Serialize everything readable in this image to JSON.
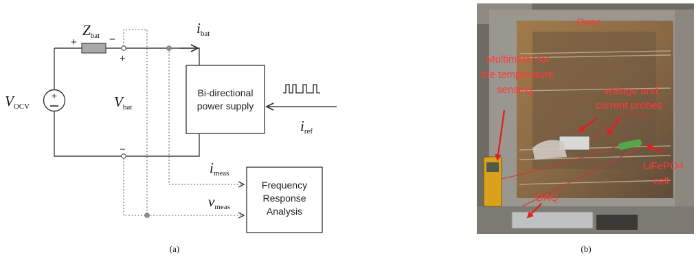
{
  "panel_a": {
    "caption": "(a)",
    "z_bat": {
      "main": "Z",
      "sub": "bat"
    },
    "i_bat": {
      "main": "i",
      "sub": "bat"
    },
    "v_ocv": {
      "main": "V",
      "sub": "OCV"
    },
    "v_bat": {
      "main": "V",
      "sub": "bat"
    },
    "i_ref": {
      "main": "i",
      "sub": "ref"
    },
    "i_meas": {
      "main": "i",
      "sub": "meas"
    },
    "v_meas": {
      "main": "v",
      "sub": "meas"
    },
    "supply": {
      "line1": "Bi-directional",
      "line2": "power supply"
    },
    "fra": {
      "line1": "Frequency",
      "line2": "Response",
      "line3": "Analysis"
    },
    "plus": "+",
    "minus": "−"
  },
  "panel_b": {
    "caption": "(b)",
    "labels": {
      "oven": "Oven",
      "multimeter_1": "Multimeter for",
      "multimeter_2": "the temperature",
      "multimeter_3": "sensing",
      "probes_1": "Voltage and",
      "probes_2": "current probes",
      "cell_1": "LiFePO4",
      "cell_2": "cell",
      "daq": "DAQ"
    }
  }
}
